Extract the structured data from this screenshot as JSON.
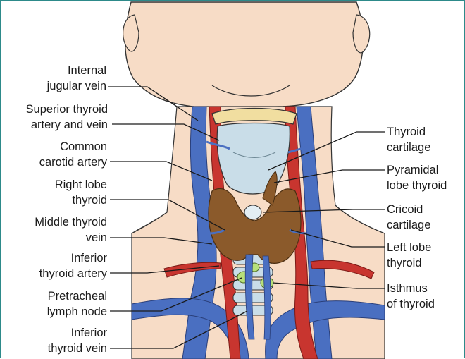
{
  "labels": {
    "internal_jugular_vein": [
      "Internal",
      "jugular vein"
    ],
    "superior_thyroid_artery_vein": [
      "Superior thyroid",
      "artery and vein"
    ],
    "common_carotid_artery": [
      "Common",
      "carotid artery"
    ],
    "right_lobe_thyroid": [
      "Right lobe",
      "thyroid"
    ],
    "middle_thyroid_vein": [
      "Middle thyroid",
      "vein"
    ],
    "inferior_thyroid_artery": [
      "Inferior",
      "thyroid artery"
    ],
    "pretracheal_lymph_node": [
      "Pretracheal",
      "lymph node"
    ],
    "inferior_thyroid_vein": [
      "Inferior",
      "thyroid vein"
    ],
    "thyroid_cartilage": [
      "Thyroid",
      "cartilage"
    ],
    "pyramidal_lobe_thyroid": [
      "Pyramidal",
      "lobe thyroid"
    ],
    "cricoid_cartilage": [
      "Cricoid",
      "cartilage"
    ],
    "left_lobe_thyroid": [
      "Left lobe",
      "thyroid"
    ],
    "isthmus_of_thyroid": [
      "Isthmus",
      "of thyroid"
    ]
  },
  "colors": {
    "skin": "#f7dcc6",
    "vein": "#4a6fc1",
    "artery": "#c8352f",
    "thyroid": "#8b5a2b",
    "cartilage": "#c9dde8",
    "hyoid": "#f1dea0",
    "lymph": "#b7e07a",
    "frame": "#2d8a8a"
  }
}
